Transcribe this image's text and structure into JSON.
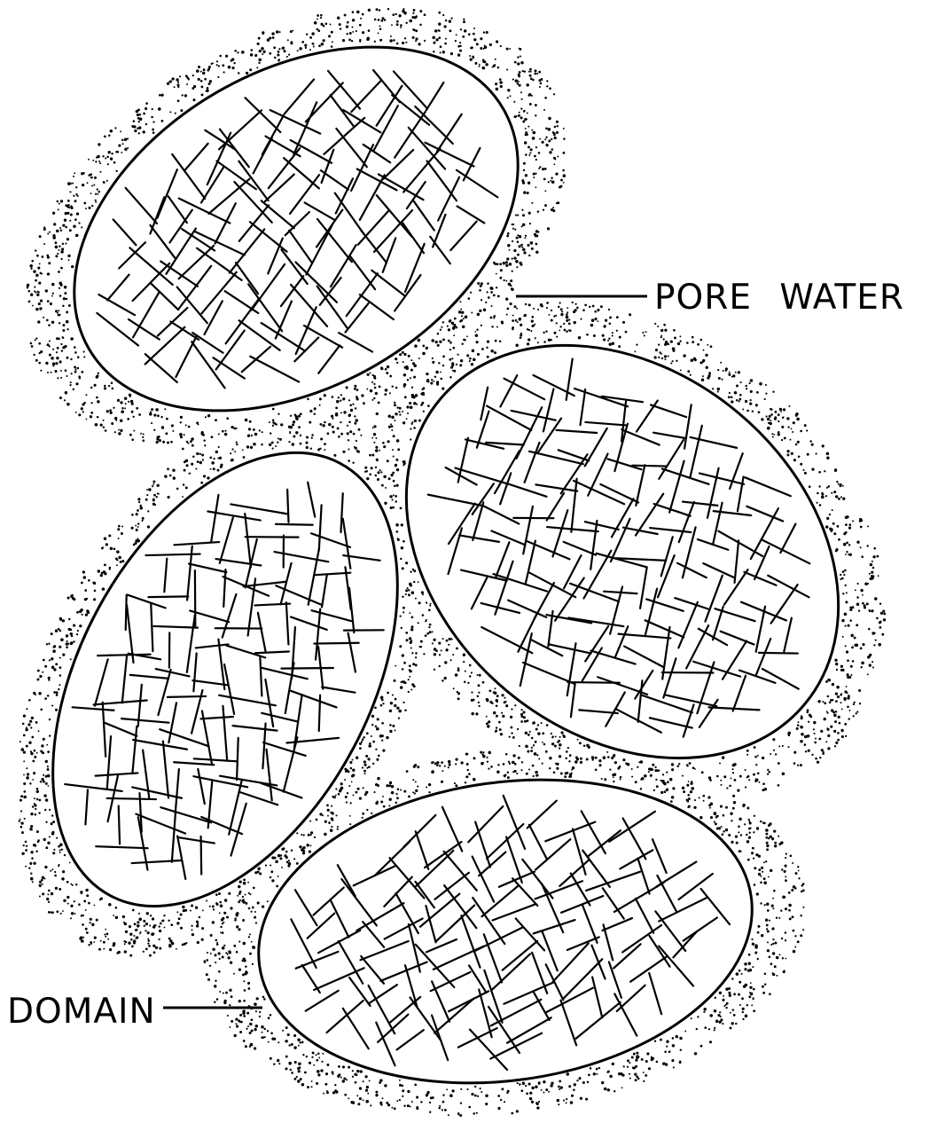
{
  "labels": {
    "pore_water": "PORE WATER",
    "domain": "DOMAIN"
  },
  "domains": [
    {
      "name": "domain-top-left"
    },
    {
      "name": "domain-middle-right"
    },
    {
      "name": "domain-middle-left"
    },
    {
      "name": "domain-bottom"
    }
  ],
  "colors": {
    "ink": "#000000",
    "background": "#ffffff"
  }
}
